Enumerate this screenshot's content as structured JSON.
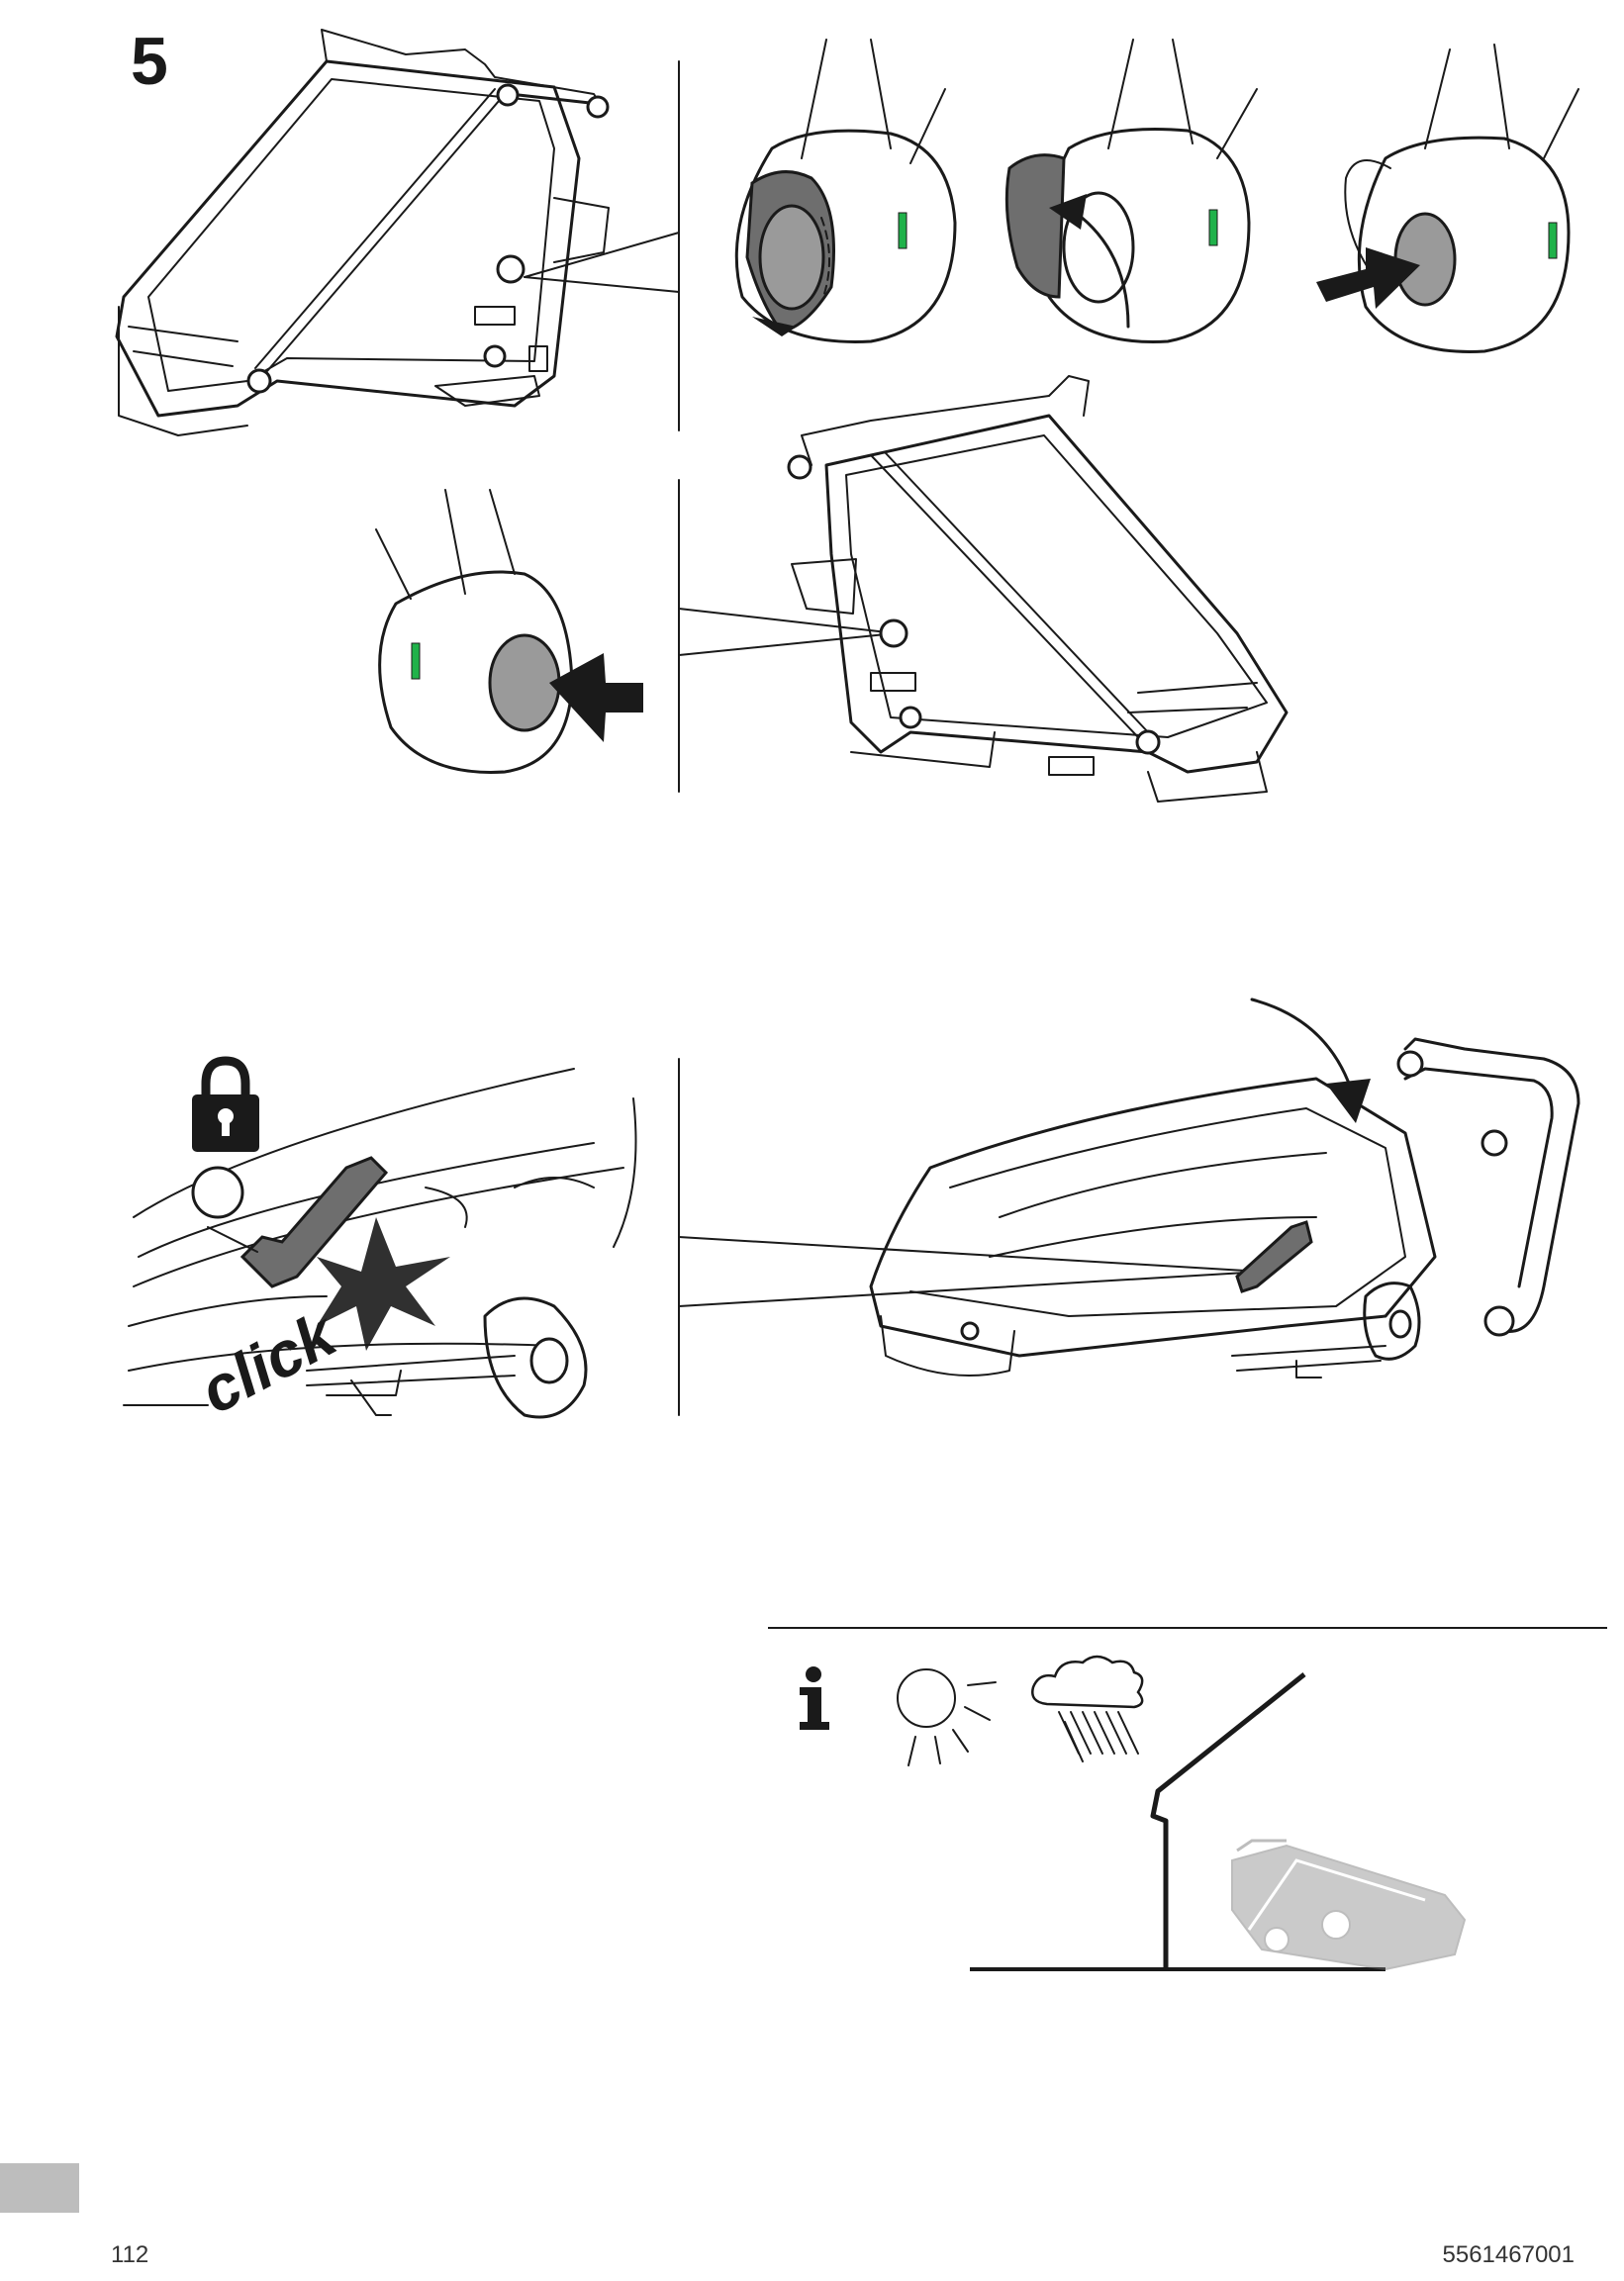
{
  "step": {
    "number": "5"
  },
  "callouts": {
    "click_text": "click"
  },
  "footer": {
    "page_number": "112",
    "doc_number": "5561467001"
  },
  "icons": {
    "info": "info-icon",
    "sun": "sun-icon",
    "rain": "rain-cloud-icon",
    "lock": "padlock-icon",
    "shelter": "roof-shelter-icon"
  },
  "colors": {
    "indicator_green": "#20b24a",
    "tab_grey": "#bdbdbd"
  }
}
